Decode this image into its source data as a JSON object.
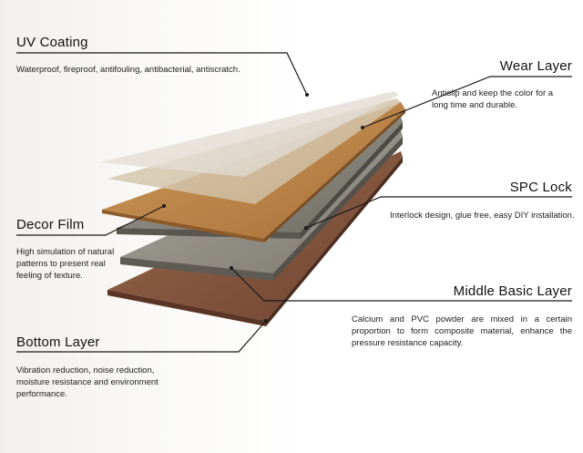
{
  "layers": [
    {
      "id": "uv",
      "title": "UV Coating",
      "description": "Waterproof, fireproof, antifouling, antibacterial, antiscratch."
    },
    {
      "id": "wear",
      "title": "Wear Layer",
      "description": "Antislip and keep the color for a long time and durable."
    },
    {
      "id": "decor",
      "title": "Decor Film",
      "description": "High simulation of natural patterns to present real feeling of texture."
    },
    {
      "id": "spc",
      "title": "SPC Lock",
      "description": "Interlock design, glue free, easy DIY installation."
    },
    {
      "id": "middle",
      "title": "Middle Basic Layer",
      "description": "Calcium and PVC powder are mixed in a certain proportion to form composite material, enhance the pressure resistance capacity."
    },
    {
      "id": "bottom",
      "title": "Bottom Layer",
      "description": "Vibration reduction, noise reduction, moisture resistance and environment performance."
    }
  ],
  "colors": {
    "uv": "#e8e4dc",
    "wear": "#d4c6ae",
    "decor": "#c08a48",
    "spc": "#8f8c82",
    "middle": "#95928a",
    "bottom": "#8a5a40",
    "leader": "#1a1a1a"
  }
}
